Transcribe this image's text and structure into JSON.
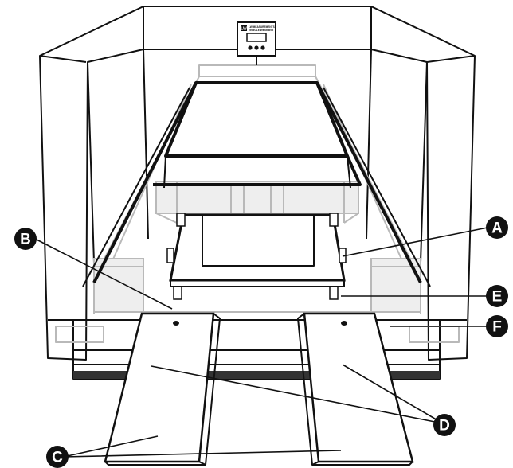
{
  "controller": {
    "logo": "LW",
    "brand_line1": "LW MEASUREMENTS",
    "brand_line2": "VEHICLE WEIGHING"
  },
  "callouts": {
    "a": "A",
    "b": "B",
    "c": "C",
    "d": "D",
    "e": "E",
    "f": "F"
  }
}
